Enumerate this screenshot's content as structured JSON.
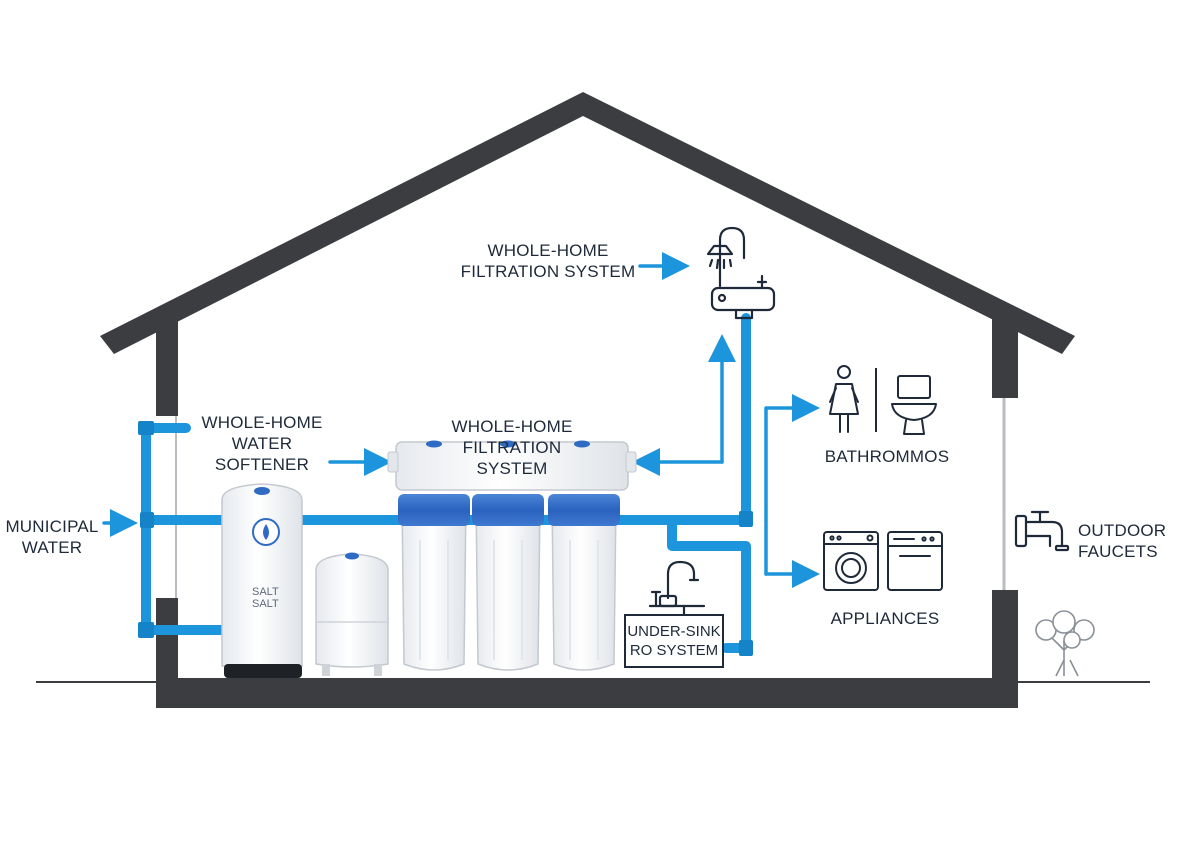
{
  "labels": {
    "municipal_line1": "MUNICIPAL",
    "municipal_line2": "WATER",
    "softener_line1": "WHOLE-HOME",
    "softener_line2": "WATER",
    "softener_line3": "SOFTENER",
    "filtration_center_line1": "WHOLE-HOME",
    "filtration_center_line2": "FILTRATION",
    "filtration_center_line3": "SYSTEM",
    "filtration_top_line1": "WHOLE-HOME",
    "filtration_top_line2": "FILTRATION SYSTEM",
    "ro_line1": "UNDER-SINK",
    "ro_line2": "RO SYSTEM",
    "bathrooms": "BATHROMMOS",
    "appliances": "APPLIANCES",
    "outdoor_line1": "OUTDOOR",
    "outdoor_line2": "FAUCETS",
    "salt_line1": "SALT",
    "salt_line2": "SALT"
  },
  "colors": {
    "pipe": "#1d95dc",
    "house": "#3b3d40",
    "filter_band": "#2f6bc4",
    "icon_stroke": "#1e2a3a"
  },
  "icons": [
    "shower-faucet-icon",
    "woman-icon",
    "toilet-icon",
    "washing-machine-icon",
    "dishwasher-icon",
    "kitchen-faucet-icon",
    "outdoor-spigot-icon",
    "tree-icon"
  ]
}
